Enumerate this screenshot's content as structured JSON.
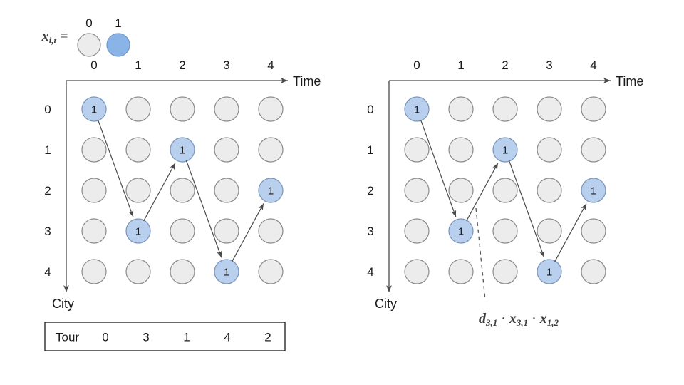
{
  "figure": {
    "legend": {
      "variable_label": "x",
      "variable_sub": "i,t",
      "equals": "=",
      "states": [
        {
          "value": "0",
          "fill": "#ececec",
          "stroke": "#8a8a8a"
        },
        {
          "value": "1",
          "fill": "#8ab4e8",
          "stroke": "#6f97c9"
        }
      ]
    },
    "colors": {
      "node_off_fill": "#ececec",
      "node_off_stroke": "#8a8a8a",
      "node_on_fill": "#b8d0ee",
      "node_on_stroke": "#7a93b8",
      "axis": "#4a4a4a",
      "edge": "#4a4a4a",
      "text": "#1a1a1a",
      "math_text": "#3d3d3d"
    },
    "node_on_text": "1",
    "panels": [
      {
        "id": "left",
        "time_axis_label": "Time",
        "city_axis_label": "City",
        "time_ticks": [
          "0",
          "1",
          "2",
          "3",
          "4"
        ],
        "city_ticks": [
          "0",
          "1",
          "2",
          "3",
          "4"
        ],
        "active_cells": [
          {
            "city": 0,
            "time": 0
          },
          {
            "city": 3,
            "time": 1
          },
          {
            "city": 1,
            "time": 2
          },
          {
            "city": 4,
            "time": 3
          },
          {
            "city": 2,
            "time": 4
          }
        ],
        "edges": [
          {
            "from": {
              "city": 0,
              "time": 0
            },
            "to": {
              "city": 3,
              "time": 1
            }
          },
          {
            "from": {
              "city": 3,
              "time": 1
            },
            "to": {
              "city": 1,
              "time": 2
            }
          },
          {
            "from": {
              "city": 1,
              "time": 2
            },
            "to": {
              "city": 4,
              "time": 3
            }
          },
          {
            "from": {
              "city": 4,
              "time": 3
            },
            "to": {
              "city": 2,
              "time": 4
            }
          }
        ],
        "annotation": null
      },
      {
        "id": "right",
        "time_axis_label": "Time",
        "city_axis_label": "City",
        "time_ticks": [
          "0",
          "1",
          "2",
          "3",
          "4"
        ],
        "city_ticks": [
          "0",
          "1",
          "2",
          "3",
          "4"
        ],
        "active_cells": [
          {
            "city": 0,
            "time": 0
          },
          {
            "city": 3,
            "time": 1
          },
          {
            "city": 1,
            "time": 2
          },
          {
            "city": 4,
            "time": 3
          },
          {
            "city": 2,
            "time": 4
          }
        ],
        "edges": [
          {
            "from": {
              "city": 0,
              "time": 0
            },
            "to": {
              "city": 3,
              "time": 1
            }
          },
          {
            "from": {
              "city": 3,
              "time": 1
            },
            "to": {
              "city": 1,
              "time": 2
            }
          },
          {
            "from": {
              "city": 1,
              "time": 2
            },
            "to": {
              "city": 4,
              "time": 3
            }
          },
          {
            "from": {
              "city": 4,
              "time": 3
            },
            "to": {
              "city": 2,
              "time": 4
            }
          }
        ],
        "annotation": {
          "terms": [
            {
              "sym": "d",
              "sub": "3,1"
            },
            {
              "sym": "x",
              "sub": "3,1"
            },
            {
              "sym": "x",
              "sub": "1,2"
            }
          ],
          "operator": "·",
          "plain": "d3,1 · x3,1 · x1,2"
        }
      }
    ],
    "tour_table": {
      "row_label": "Tour",
      "values": [
        "0",
        "3",
        "1",
        "4",
        "2"
      ]
    }
  }
}
